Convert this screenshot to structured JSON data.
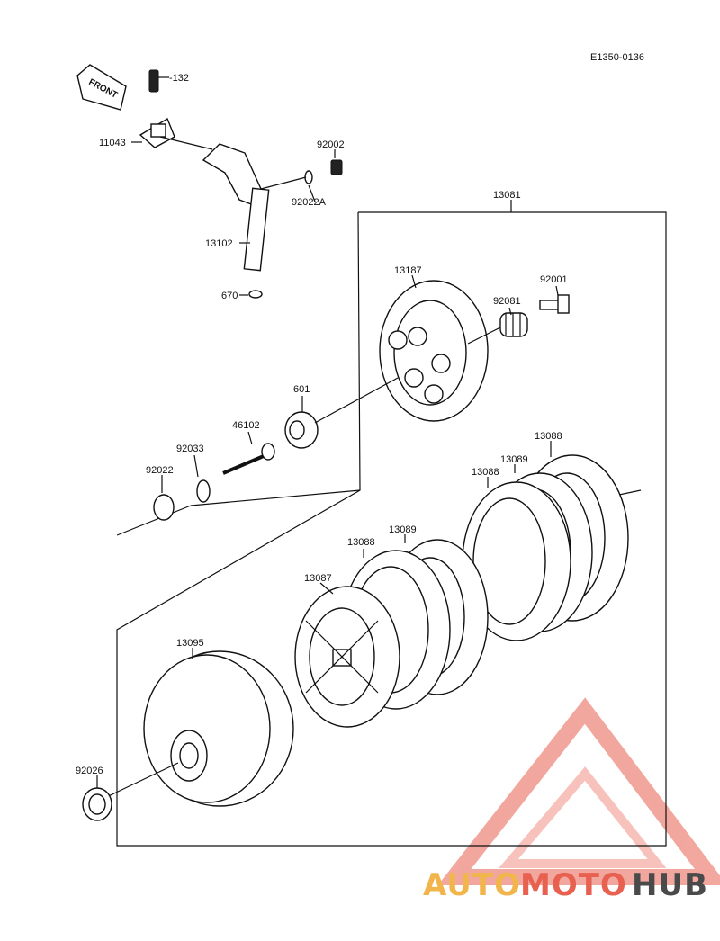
{
  "diagram": {
    "code": "E1350-0136",
    "front_label": "FRONT",
    "callouts": [
      {
        "id": "c-132",
        "text": "-132"
      },
      {
        "id": "c-11043",
        "text": "11043"
      },
      {
        "id": "c-92002",
        "text": "92002"
      },
      {
        "id": "c-92022A",
        "text": "92022A"
      },
      {
        "id": "c-13102",
        "text": "13102"
      },
      {
        "id": "c-670",
        "text": "670"
      },
      {
        "id": "c-13081",
        "text": "13081"
      },
      {
        "id": "c-13187",
        "text": "13187"
      },
      {
        "id": "c-92001",
        "text": "92001"
      },
      {
        "id": "c-92081",
        "text": "92081"
      },
      {
        "id": "c-601",
        "text": "601"
      },
      {
        "id": "c-46102",
        "text": "46102"
      },
      {
        "id": "c-92033",
        "text": "92033"
      },
      {
        "id": "c-92022",
        "text": "92022"
      },
      {
        "id": "c-13088a",
        "text": "13088"
      },
      {
        "id": "c-13089a",
        "text": "13089"
      },
      {
        "id": "c-13088b",
        "text": "13088"
      },
      {
        "id": "c-13089b",
        "text": "13089"
      },
      {
        "id": "c-13088c",
        "text": "13088"
      },
      {
        "id": "c-13087",
        "text": "13087"
      },
      {
        "id": "c-13095",
        "text": "13095"
      },
      {
        "id": "c-92026",
        "text": "92026"
      }
    ]
  },
  "watermark": {
    "part1": "AUTO",
    "part2": "MOTO",
    "part3": "HUB",
    "color_light": "#f2b54c",
    "color_mid": "#e8604f",
    "color_dark": "#4a4a4a"
  }
}
